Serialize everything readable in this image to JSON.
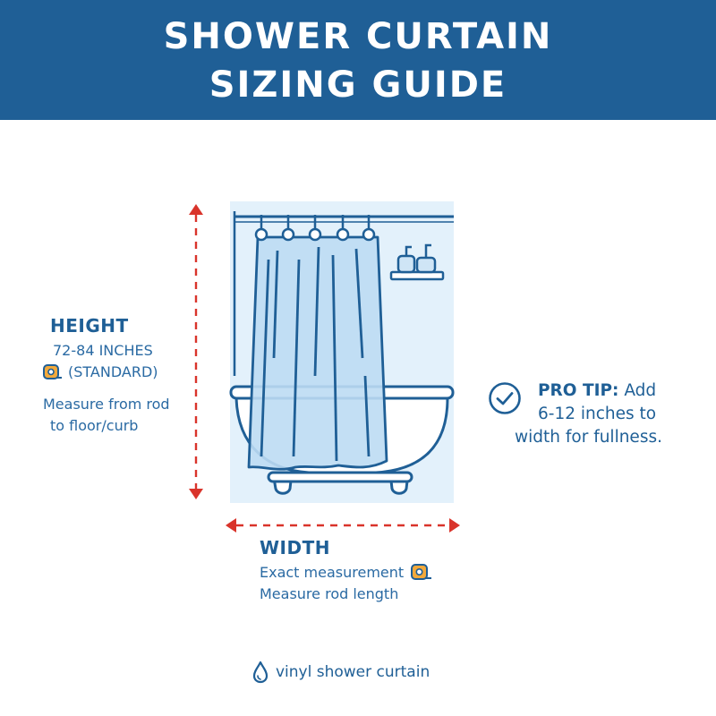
{
  "header": {
    "title_line1": "SHOWER CURTAIN",
    "title_line2": "SIZING GUIDE"
  },
  "height": {
    "title": "HEIGHT",
    "range": "72-84 INCHES",
    "standard": "(STANDARD)",
    "measure_line1": "Measure from rod",
    "measure_line2": "to floor/curb",
    "icon": "tape-measure-icon"
  },
  "width": {
    "title": "WIDTH",
    "line1": "Exact measurement",
    "line2": "Measure rod length",
    "icon": "tape-measure-icon"
  },
  "tip": {
    "label": "PRO TIP:",
    "text_line1": "Add",
    "text_line2": "6-12 inches to",
    "text_line3": "width for fullness.",
    "icon": "check-circle-icon"
  },
  "footer": {
    "text": "vinyl shower curtain",
    "icon": "water-drop-icon"
  },
  "colors": {
    "brand_blue": "#1f5f96",
    "arrow_red": "#d9342b",
    "background_light_blue": "#e3f1fb",
    "tape_orange": "#f2a93b"
  }
}
